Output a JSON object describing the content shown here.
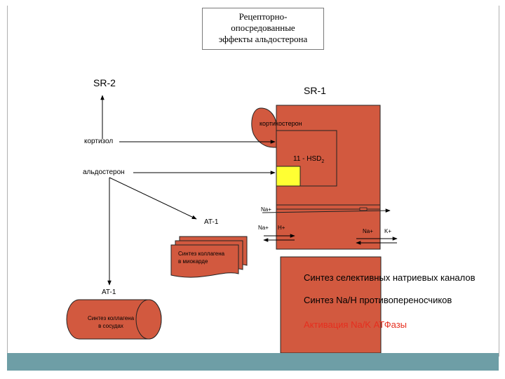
{
  "title_lines": [
    "Рецепторно-",
    "опосредованные",
    "эффекты альдостерона"
  ],
  "labels": {
    "sr2": "SR-2",
    "sr1": "SR-1",
    "corticosterone": "кортикостерон",
    "cortisol": "кортизол",
    "hsd": "11  - HSD",
    "hsd_sub": "2",
    "aldosterone": "альдостерон",
    "na_top": "Na+",
    "at1_mid": "AT-1",
    "na_left": "Na+",
    "h_plus": "H+",
    "na_right": "Na+",
    "k_plus": "K+",
    "myocard_line1": "Синтез коллагена",
    "myocard_line2": "в миокарде",
    "at1_low": "AT-1",
    "vessels_line1": "Синтез коллагена",
    "vessels_line2": "в сосудах",
    "effect1": "Синтез селективных натриевых каналов",
    "effect2": "Синтез Na/H противопереносчиков",
    "effect3": "Активация Na/K АТФазы"
  },
  "colors": {
    "cell": "#d2593f",
    "yellow": "#ffff33",
    "accent_red": "#e62e1e",
    "footer": "#6e9ea6"
  }
}
